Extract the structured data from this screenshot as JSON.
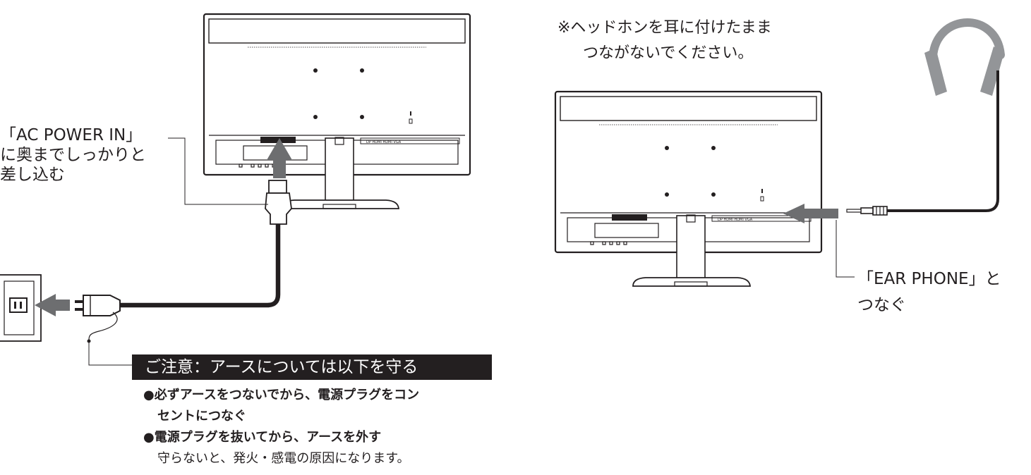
{
  "labels": {
    "ac_power": [
      "「AC POWER IN」",
      "に奥までしっかりと",
      "差し込む"
    ],
    "headphone_note": [
      "※ヘッドホンを耳に付けたまま",
      "つながないでください。"
    ],
    "ear_phone": [
      "「EAR PHONE」と",
      "つなぐ"
    ]
  },
  "caution": {
    "title": "ご注意：アースについては以下を守る",
    "item1_line1": "●必ずアースをつないでから、電源プラグをコン",
    "item1_line2": "セントにつなぐ",
    "item2": "●電源プラグを抜いてから、アースを外す",
    "note": "守らないと、発火・感電の原因になります。"
  },
  "colors": {
    "ink": "#231f20",
    "arrow": "#6d6e70",
    "headphone": "#939598",
    "panel": "#ffffff"
  }
}
